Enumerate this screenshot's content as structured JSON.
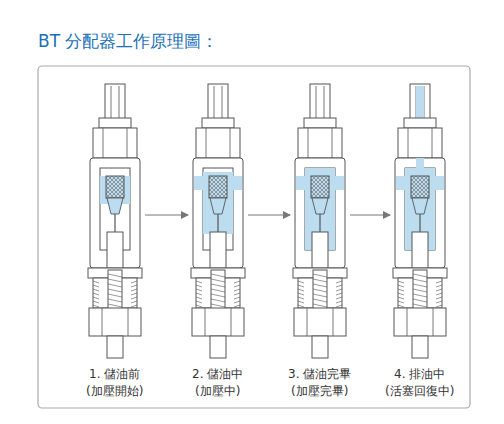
{
  "diagram": {
    "title": "BT 分配器工作原理圖：",
    "labels": [
      "1. 儲油前",
      "(加壓開始)",
      "2. 儲油中",
      "(加壓中)",
      "3. 儲油完畢",
      "(加壓完畢)",
      "4. 排油中",
      "(活塞回復中)"
    ]
  }
}
